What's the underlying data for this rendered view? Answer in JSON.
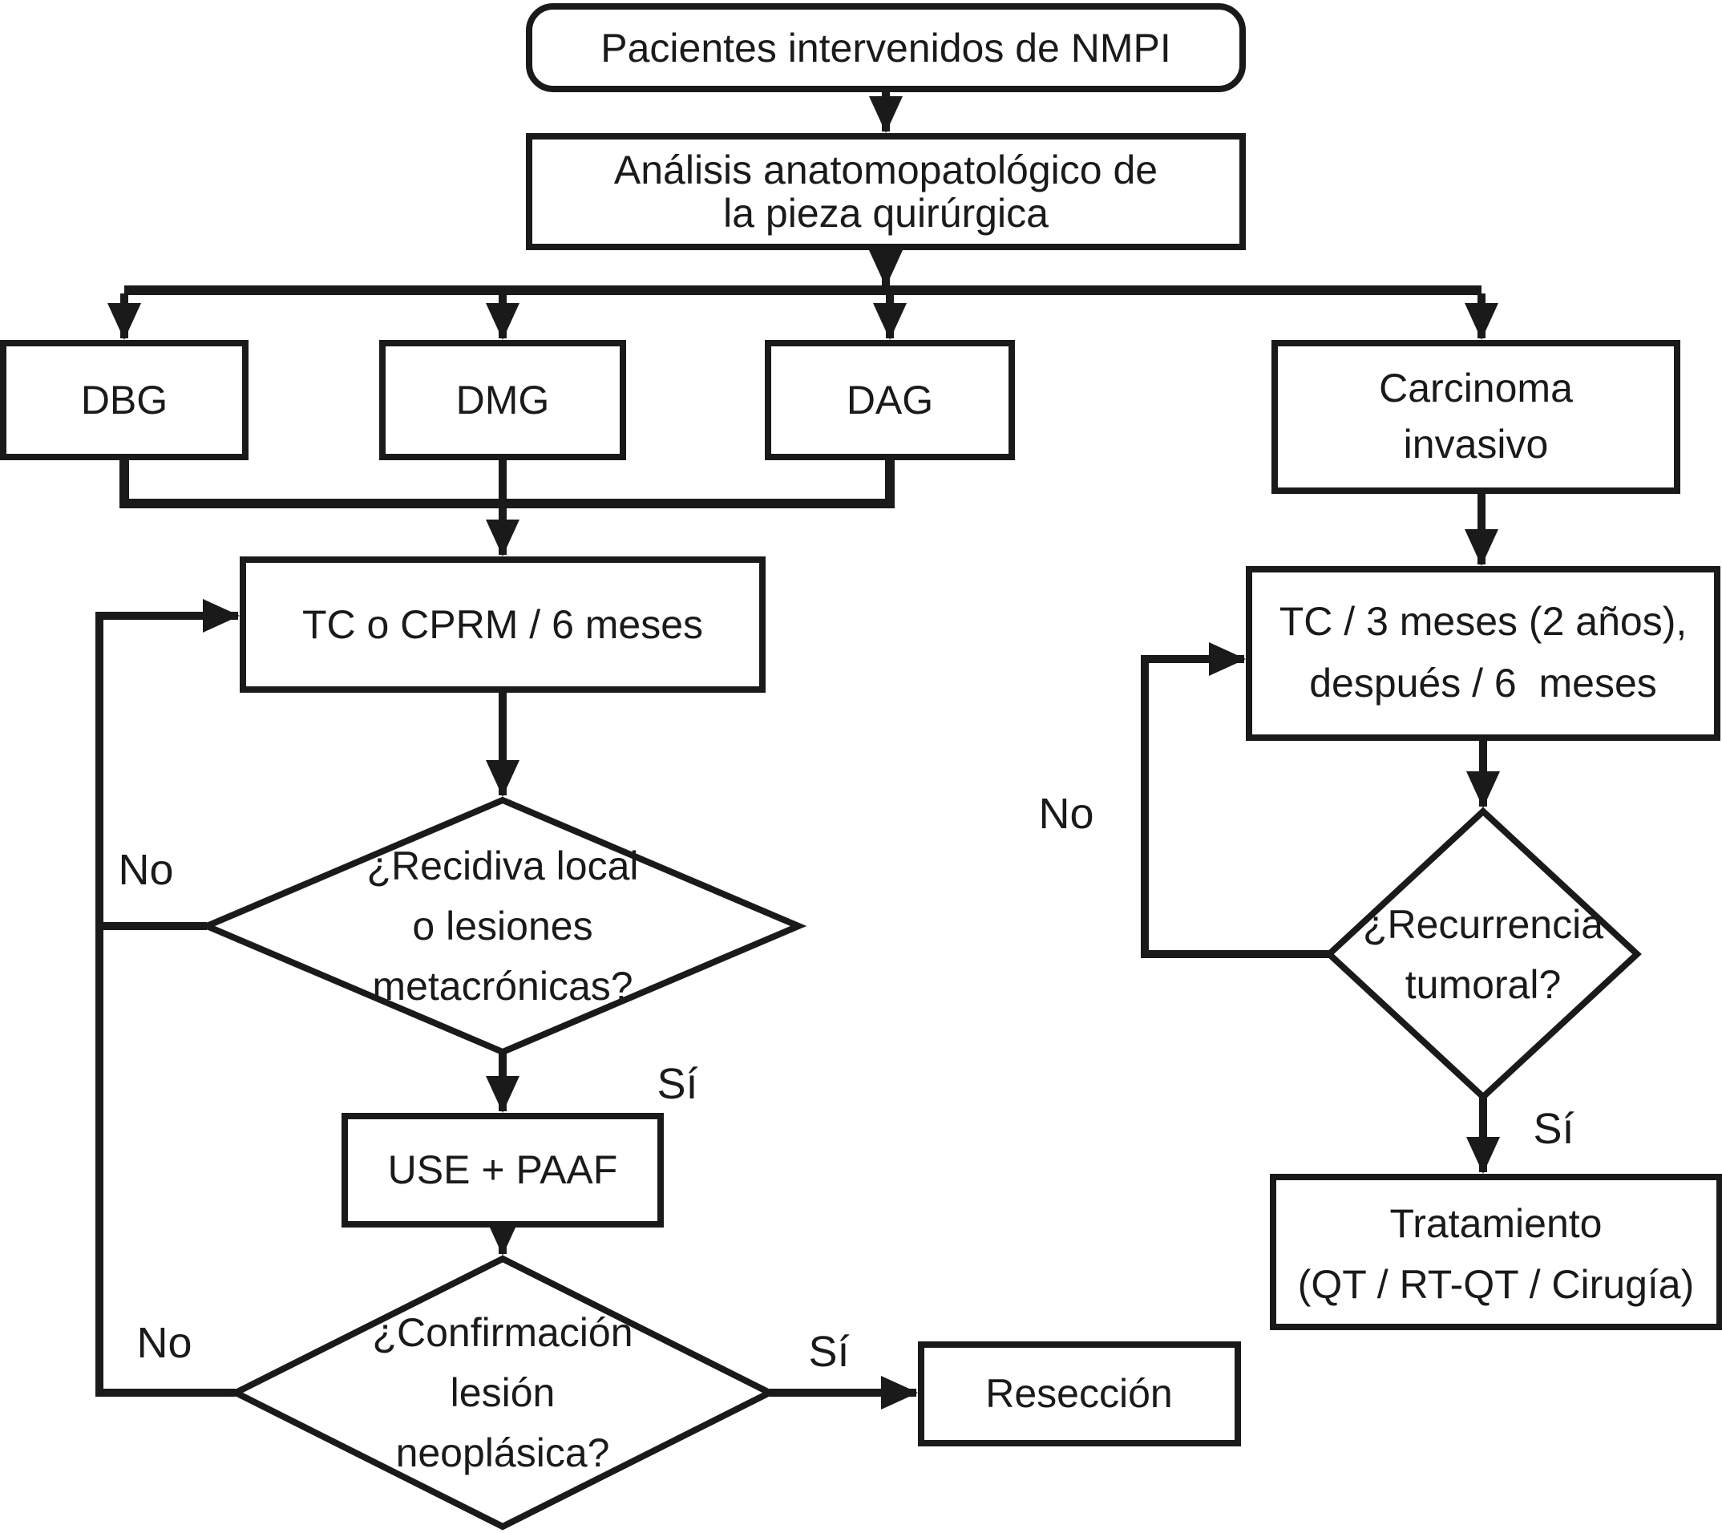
{
  "colors": {
    "ink": "#1a1a1a",
    "background": "#ffffff"
  },
  "flowchart": {
    "nodes": {
      "start": {
        "label": "Pacientes intervenidos de NMPI"
      },
      "analysis": {
        "line1": "Análisis anatomopatológico de",
        "line2": "la pieza quirúrgica"
      },
      "dbg": {
        "label": "DBG"
      },
      "dmg": {
        "label": "DMG"
      },
      "dag": {
        "label": "DAG"
      },
      "carcinoma": {
        "line1": "Carcinoma",
        "line2": "invasivo"
      },
      "tc_cprm": {
        "label": "TC o CPRM / 6 meses"
      },
      "recidiva": {
        "line1": "¿Recidiva local",
        "line2": "o lesiones",
        "line3": "metacrónicas?"
      },
      "use_paaf": {
        "label": "USE + PAAF"
      },
      "confirmacion": {
        "line1": "¿Confirmación",
        "line2": "lesión",
        "line3": "neoplásica?"
      },
      "reseccion": {
        "label": "Resección"
      },
      "tc_3_meses": {
        "line1": "TC / 3 meses (2 años),",
        "line2": "después / 6  meses"
      },
      "recurrencia": {
        "line1": "¿Recurrencia",
        "line2": "tumoral?"
      },
      "tratamiento": {
        "line1": "Tratamiento",
        "line2": "(QT / RT-QT / Cirugía)"
      }
    },
    "labels": {
      "recidiva_no": "No",
      "recidiva_si": "Sí",
      "confirmacion_no": "No",
      "confirmacion_si": "Sí",
      "recurrencia_no": "No",
      "recurrencia_si": "Sí"
    }
  }
}
